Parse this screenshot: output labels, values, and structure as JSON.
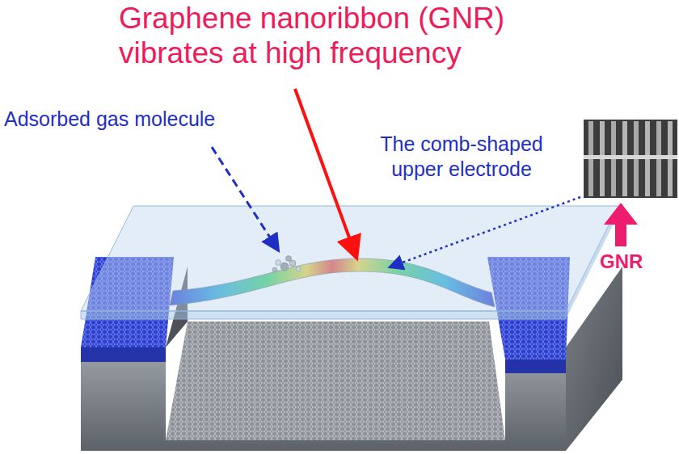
{
  "diagram": {
    "labels": [
      "Graphene nanoribbon (GNR) vibrates at high frequency",
      "Adsorbed gas molecule",
      "The comb-shaped upper electrode",
      "GNR"
    ]
  }
}
